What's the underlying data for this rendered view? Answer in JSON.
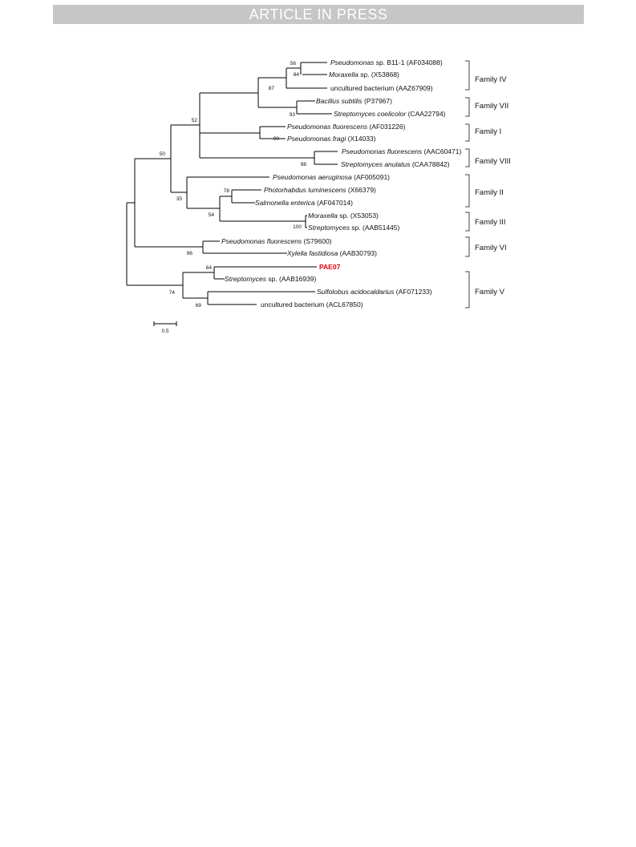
{
  "header": {
    "banner": "ARTICLE IN PRESS"
  },
  "tree": {
    "leaves": [
      {
        "id": "L1",
        "name": "Pseudomonas",
        "rest": " sp. B11-1 (AF034088)"
      },
      {
        "id": "L2",
        "name": "Moraxella",
        "rest": " sp. (X53868)"
      },
      {
        "id": "L3",
        "name": "",
        "rest": "uncultured bacterium (AAZ67909)"
      },
      {
        "id": "L4",
        "name": "Bacillus subtilis",
        "rest": " (P37967)"
      },
      {
        "id": "L5",
        "name": "Streptomyces coelicolor",
        "rest": " (CAA22794)"
      },
      {
        "id": "L6",
        "name": "Pseudomonas fluorescens",
        "rest": " (AF031226)"
      },
      {
        "id": "L7",
        "name": "Pseudomonas fragi",
        "rest": " (X14033)"
      },
      {
        "id": "L8",
        "name": "Pseudomonas fluorescens",
        "rest": " (AAC60471)"
      },
      {
        "id": "L9",
        "name": "Streptomyces anulatus",
        "rest": " (CAA78842)"
      },
      {
        "id": "L10",
        "name": "Pseudomonas aeruginosa",
        "rest": " (AF005091)"
      },
      {
        "id": "L11",
        "name": "Photorhabdus luminescens",
        "rest": " (X66379)"
      },
      {
        "id": "L12",
        "name": "Salmonella enterica",
        "rest": " (AF047014)"
      },
      {
        "id": "L13",
        "name": "Moraxella",
        "rest": " sp. (X53053)"
      },
      {
        "id": "L14",
        "name": "Streptomyces",
        "rest": " sp. (AAB51445)"
      },
      {
        "id": "L15",
        "name": "Pseudomonas fluorescens",
        "rest": " (S79600)"
      },
      {
        "id": "L16",
        "name": "Xylella fastidiosa",
        "rest": " (AAB30793)"
      },
      {
        "id": "L17",
        "name": "",
        "rest": "PAE07",
        "highlight": true
      },
      {
        "id": "L18",
        "name": "Streptomyces",
        "rest": " sp. (AAB16939)"
      },
      {
        "id": "L19",
        "name": "Sulfolobus acidocaldarius",
        "rest": " (AF071233)"
      },
      {
        "id": "L20",
        "name": "",
        "rest": "uncultured bacterium (ACL67850)"
      }
    ],
    "bootstrap_values": [
      "56",
      "84",
      "87",
      "93",
      "52",
      "99",
      "98",
      "50",
      "78",
      "54",
      "100",
      "35",
      "96",
      "64",
      "69",
      "74"
    ],
    "families": [
      {
        "id": "F4",
        "label": "Family IV"
      },
      {
        "id": "F7",
        "label": "Family VII"
      },
      {
        "id": "F1",
        "label": "Family I"
      },
      {
        "id": "F8",
        "label": "Family VIII"
      },
      {
        "id": "F2",
        "label": "Family II"
      },
      {
        "id": "F3",
        "label": "Family III"
      },
      {
        "id": "F6",
        "label": "Family VI"
      },
      {
        "id": "F5",
        "label": "Family V"
      }
    ],
    "scale_bar_label": "0.5"
  }
}
